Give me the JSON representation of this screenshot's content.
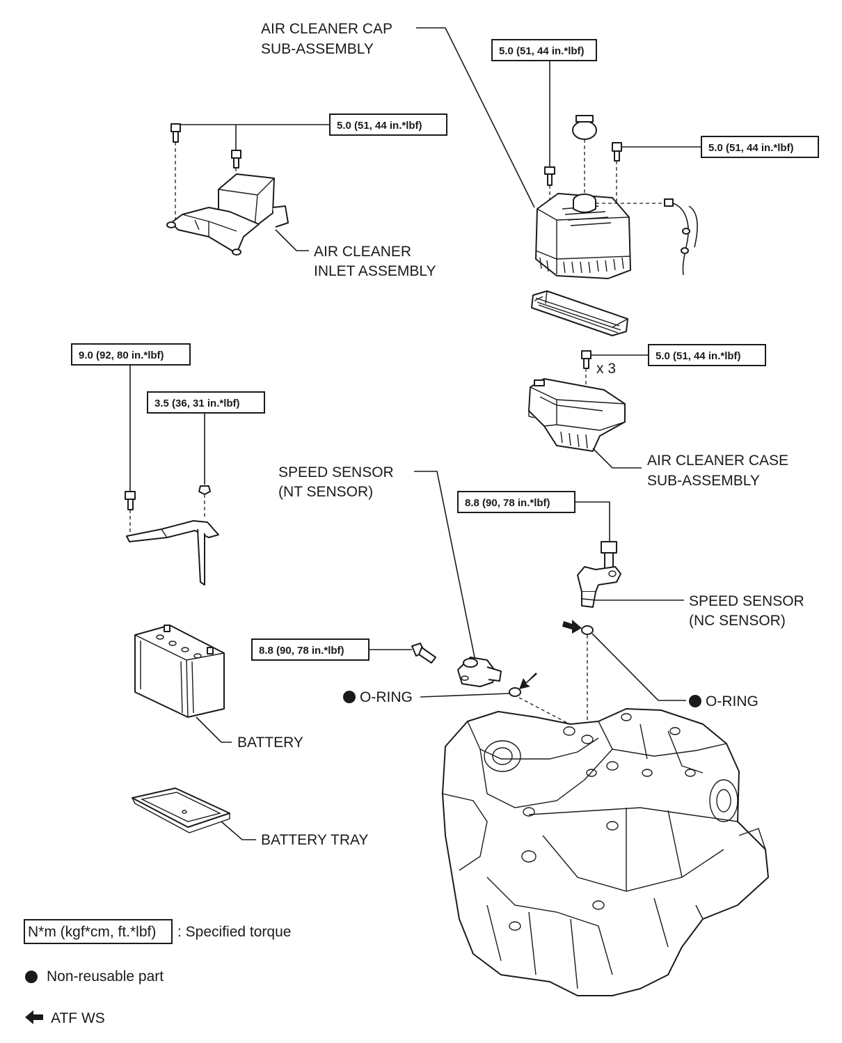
{
  "labels": {
    "air_cleaner_cap_1": "AIR CLEANER CAP",
    "air_cleaner_cap_2": "SUB-ASSEMBLY",
    "air_cleaner_inlet_1": "AIR CLEANER",
    "air_cleaner_inlet_2": "INLET ASSEMBLY",
    "air_cleaner_case_1": "AIR CLEANER CASE",
    "air_cleaner_case_2": "SUB-ASSEMBLY",
    "speed_sensor_nt_1": "SPEED SENSOR",
    "speed_sensor_nt_2": "(NT SENSOR)",
    "speed_sensor_nc_1": "SPEED SENSOR",
    "speed_sensor_nc_2": "(NC SENSOR)",
    "o_ring_left": "O-RING",
    "o_ring_right": "O-RING",
    "battery": "BATTERY",
    "battery_tray": "BATTERY TRAY",
    "qty_case_bolts": "x 3"
  },
  "torques": {
    "cap_top": "5.0 (51, 44 in.*lbf)",
    "inlet": "5.0 (51, 44 in.*lbf)",
    "cap_right": "5.0 (51, 44 in.*lbf)",
    "case": "5.0 (51, 44 in.*lbf)",
    "clamp_left": "9.0 (92, 80 in.*lbf)",
    "clamp_right": "3.5 (36, 31 in.*lbf)",
    "nc_sensor": "8.8 (90, 78 in.*lbf)",
    "nt_sensor": "8.8 (90, 78 in.*lbf)"
  },
  "legend": {
    "torque_unit": "N*m (kgf*cm, ft.*lbf)",
    "torque_desc": ": Specified torque",
    "non_reusable": "Non-reusable part",
    "atf": "ATF WS"
  }
}
